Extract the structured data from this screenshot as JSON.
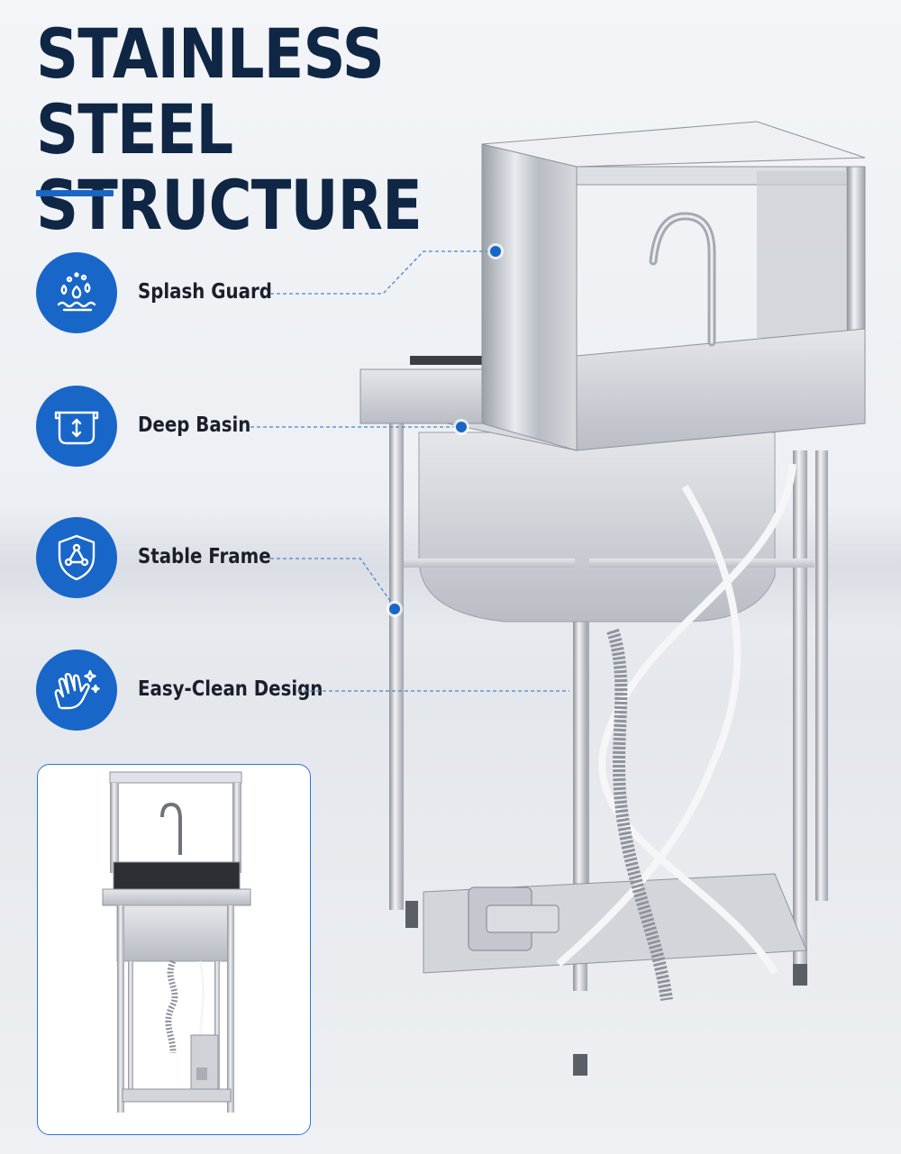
{
  "title": {
    "line1": "STAINLESS STEEL",
    "line2": "STRUCTURE"
  },
  "colors": {
    "accent": "#1866c8",
    "title": "#0f2645",
    "callout_line": "#4a84c8"
  },
  "features": [
    {
      "label": "Splash Guard",
      "icon": "splash-icon"
    },
    {
      "label": "Deep Basin",
      "icon": "basin-icon"
    },
    {
      "label": "Stable Frame",
      "icon": "shield-icon"
    },
    {
      "label": "Easy-Clean Design",
      "icon": "hand-wipe-icon"
    }
  ]
}
